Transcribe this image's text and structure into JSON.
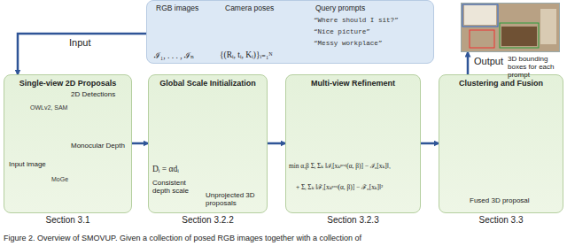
{
  "diagram": {
    "caption": "Figure 2. Overview of SMOVUP. Given a collection of posed RGB images together with a collection of",
    "nodes": [
      {
        "text": [
          "RGB images",
          "Camera poses",
          "Query prompts",
          "“Where should I sit?”",
          "“Nice picture”",
          "“Messy workplace”",
          "ℐ₁, . . . , ℐₙ",
          "{(Rᵢ, tᵢ, Kᵢ)}ᵢ₌₁ᴺ"
        ]
      },
      {
        "text": [
          "Single-view 2D Proposals",
          "Section 3.1"
        ]
      },
      {
        "text": [
          "Global Scale Initialization",
          "Section 3.2.2"
        ]
      },
      {
        "text": [
          "Multi-view Refinement",
          "Section 3.2.3"
        ]
      },
      {
        "text": [
          "Clustering and Fusion",
          "Section 3.3"
        ]
      },
      {
        "text": [
          "Output",
          "3D bounding boxes for each prompt"
        ]
      }
    ],
    "edges": [
      {
        "from": 0,
        "to": 1,
        "arrow": "to"
      },
      {
        "from": 1,
        "to": 2,
        "arrow": "to"
      },
      {
        "from": 2,
        "to": 3,
        "arrow": "to"
      },
      {
        "from": 3,
        "to": 4,
        "arrow": "to"
      },
      {
        "from": 4,
        "to": 5,
        "arrow": "to"
      }
    ],
    "labels": [
      "Input",
      "Input image",
      "OWLv2, SAM",
      "2D Detections",
      "Monocular Depth",
      "MoGe",
      "Dᵢ = αdᵢ",
      "Consistent depth scale",
      "Unprojected 3D proposals",
      "min α,β Σᵢ Σₖ ‖ℐᵢ[xₖᵖʳᵒʲ(α, β)] − ℐ₀[xₖ]‖₁",
      "+ Σᵢ Σₖ ‖ℱᵢ[xₖᵖʳᵒʲ(α, β)] − ℱ₀[xₖ]‖²",
      "Fused 3D proposal"
    ]
  }
}
